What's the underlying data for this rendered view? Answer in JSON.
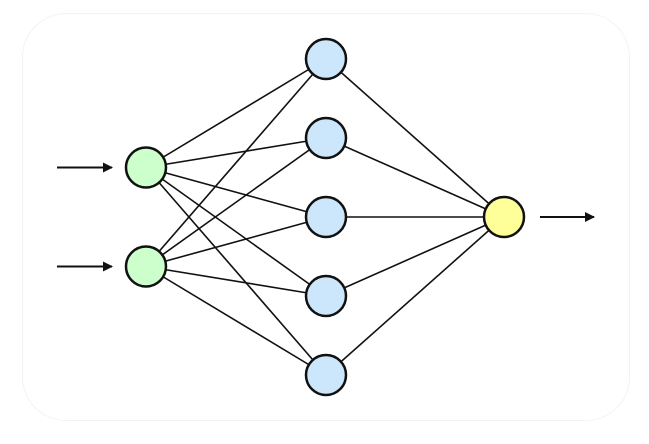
{
  "diagram": {
    "type": "neural-network",
    "layers": [
      {
        "name": "input",
        "count": 2,
        "color": "#ccffcc"
      },
      {
        "name": "hidden",
        "count": 5,
        "color": "#cce6fb"
      },
      {
        "name": "output",
        "count": 1,
        "color": "#ffff99"
      }
    ],
    "stroke_color": "#111111",
    "fully_connected": true,
    "input_arrows": 2,
    "output_arrows": 1
  }
}
